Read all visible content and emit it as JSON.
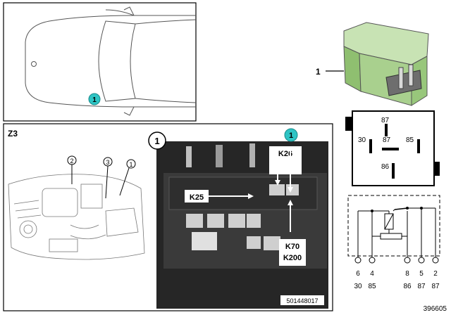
{
  "vehicle_panel": {
    "marker": "1"
  },
  "engine_panel": {
    "zone": "Z3",
    "callouts": [
      "2",
      "3",
      "1"
    ]
  },
  "photo_panel": {
    "circle_label": "1",
    "marker": "1",
    "labels": {
      "k26": "K26",
      "k25": "K25",
      "k70": "K70",
      "k200": "K200"
    },
    "photo_id": "501448017"
  },
  "relay_part": {
    "callout": "1"
  },
  "pin_diagram": {
    "pins": {
      "top": "87",
      "left": "30",
      "center": "87",
      "right": "85",
      "bottom": "86"
    }
  },
  "schematic": {
    "terminals": [
      {
        "num": "6",
        "name": "30"
      },
      {
        "num": "4",
        "name": "85"
      },
      {
        "num": "8",
        "name": "86"
      },
      {
        "num": "5",
        "name": "87"
      },
      {
        "num": "2",
        "name": "87"
      }
    ]
  },
  "drawing_id": "396605",
  "colors": {
    "marker_fill": "#2ec4c4",
    "relay_body": "#a9d08e",
    "line": "#000000"
  }
}
